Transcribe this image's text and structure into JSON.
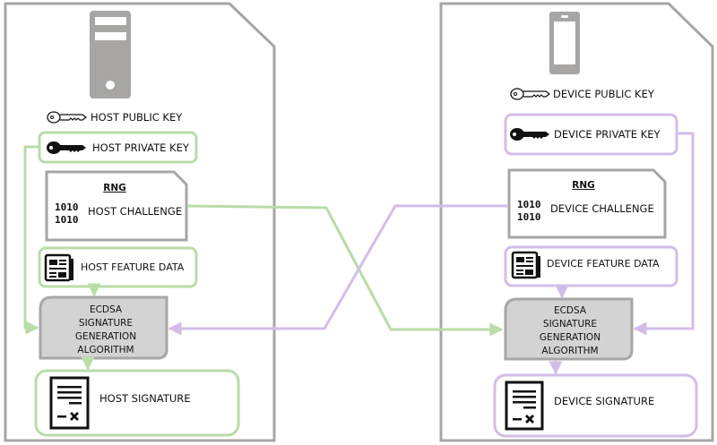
{
  "colors": {
    "host_accent": "#b9dca9",
    "device_accent": "#d3bde8",
    "panel_border": "#a8a5a5",
    "icon_gray": "#a8a5a5",
    "algo_fill": "#d4d3d3"
  },
  "host": {
    "icon": "server-icon",
    "public_key": {
      "icon": "key-outline-icon",
      "label": "HOST PUBLIC KEY"
    },
    "private_key": {
      "icon": "key-solid-icon",
      "label": "HOST PRIVATE KEY"
    },
    "challenge": {
      "heading": "RNG",
      "bits": [
        "1010",
        "1010"
      ],
      "label": "HOST CHALLENGE"
    },
    "feature_data": {
      "icon": "newspaper-icon",
      "label": "HOST FEATURE DATA"
    },
    "algorithm": {
      "lines": [
        "ECDSA",
        "SIGNATURE",
        "GENERATION",
        "ALGORITHM"
      ]
    },
    "signature": {
      "icon": "signed-document-icon",
      "label": "HOST SIGNATURE"
    }
  },
  "device": {
    "icon": "smartphone-icon",
    "public_key": {
      "icon": "key-outline-icon",
      "label": "DEVICE PUBLIC KEY"
    },
    "private_key": {
      "icon": "key-solid-icon",
      "label": "DEVICE PRIVATE KEY"
    },
    "challenge": {
      "heading": "RNG",
      "bits": [
        "1010",
        "1010"
      ],
      "label": "DEVICE CHALLENGE"
    },
    "feature_data": {
      "icon": "newspaper-icon",
      "label": "DEVICE FEATURE DATA"
    },
    "algorithm": {
      "lines": [
        "ECDSA",
        "SIGNATURE",
        "GENERATION",
        "ALGORITHM"
      ]
    },
    "signature": {
      "icon": "signed-document-icon",
      "label": "DEVICE SIGNATURE"
    }
  }
}
